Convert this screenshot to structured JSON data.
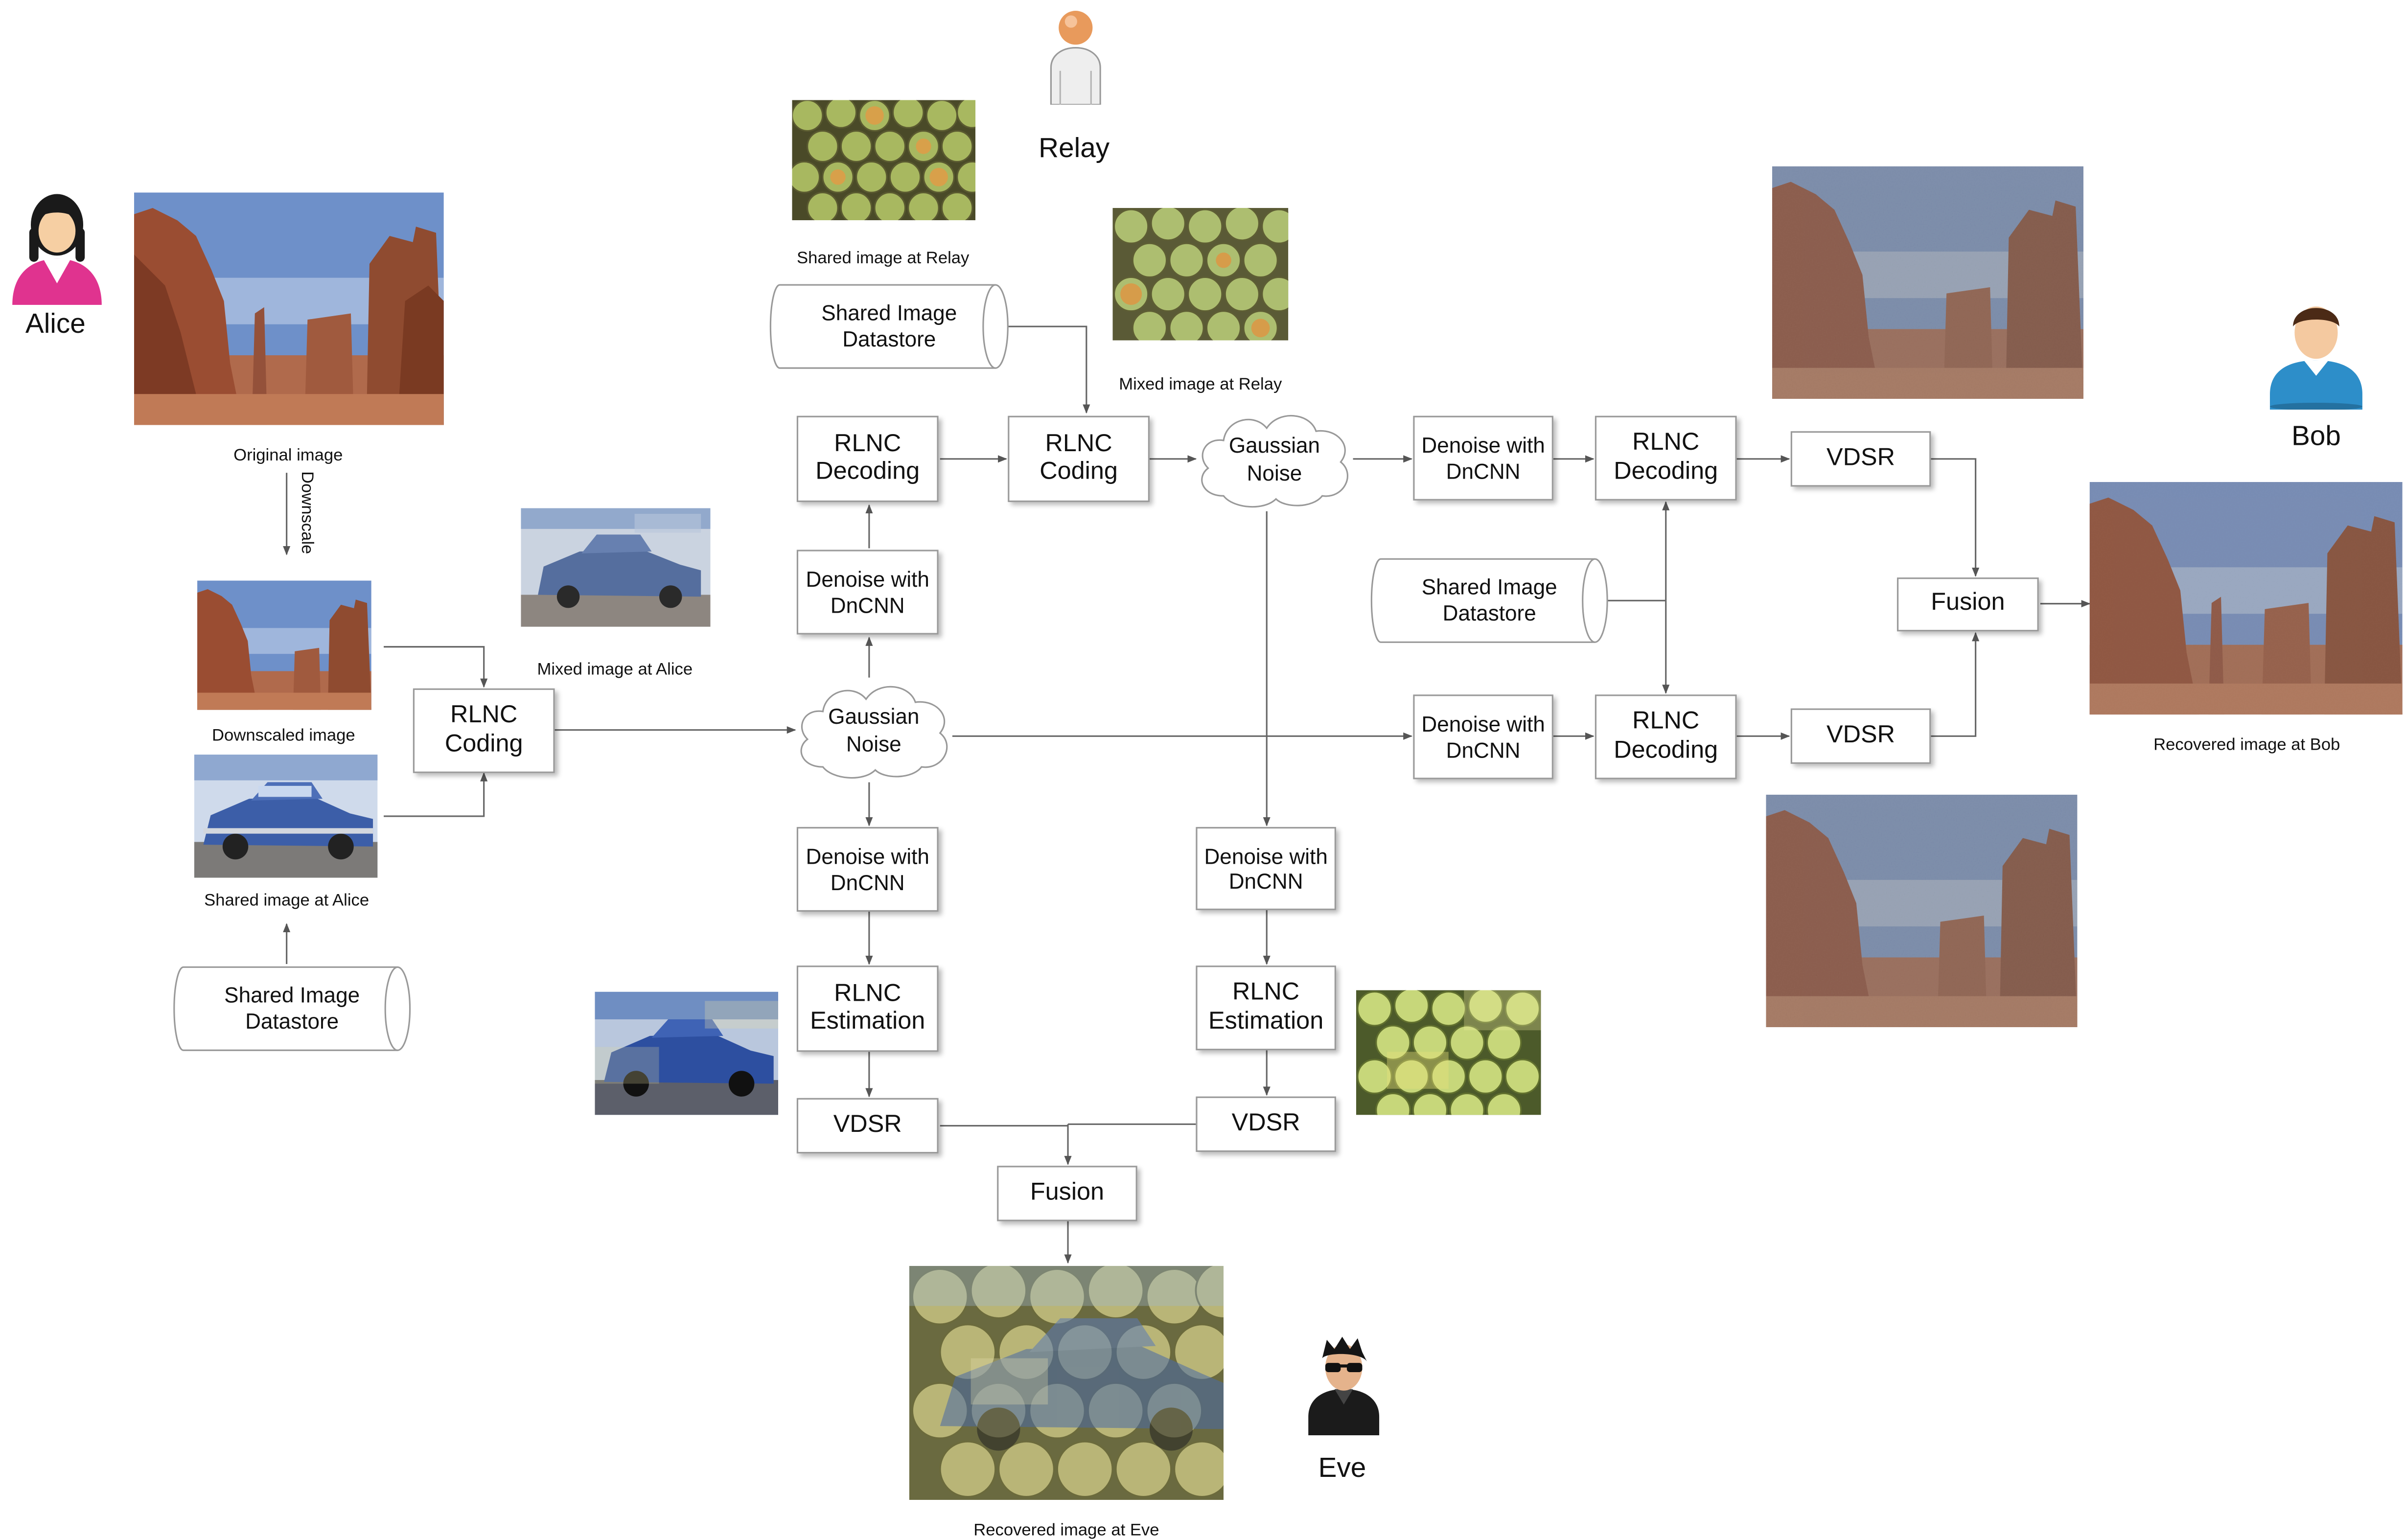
{
  "actors": {
    "alice": "Alice",
    "relay": "Relay",
    "bob": "Bob",
    "eve": "Eve"
  },
  "captions": {
    "original": "Original image",
    "downscale": "Downscale",
    "downscaled": "Downscaled image",
    "shared_alice": "Shared image at Alice",
    "mixed_alice": "Mixed image at Alice",
    "shared_relay": "Shared image at Relay",
    "mixed_relay": "Mixed image at Relay",
    "recovered_bob": "Recovered image at Bob",
    "recovered_eve": "Recovered image at Eve"
  },
  "nodes": {
    "rlnc_coding_alice": "RLNC\nCoding",
    "gaussian_noise_1": "Gaussian\nNoise",
    "denoise_relay_in": "Denoise with\nDnCNN",
    "rlnc_decoding_relay": "RLNC\nDecoding",
    "rlnc_coding_relay": "RLNC\nCoding",
    "gaussian_noise_2": "Gaussian\nNoise",
    "denoise_bob_top": "Denoise with\nDnCNN",
    "rlnc_decoding_bob_top": "RLNC\nDecoding",
    "vdsr_bob_top": "VDSR",
    "denoise_bob_bottom": "Denoise with\nDnCNN",
    "rlnc_decoding_bob_bottom": "RLNC\nDecoding",
    "vdsr_bob_bottom": "VDSR",
    "fusion_bob": "Fusion",
    "denoise_eve_left": "Denoise with\nDnCNN",
    "rlnc_estimation_left": "RLNC\nEstimation",
    "vdsr_eve_left": "VDSR",
    "denoise_eve_right": "Denoise with\nDnCNN",
    "rlnc_estimation_right": "RLNC\nEstimation",
    "vdsr_eve_right": "VDSR",
    "fusion_eve": "Fusion"
  },
  "datastores": {
    "alice": "Shared Image\nDatastore",
    "relay": "Shared Image\nDatastore",
    "bob": "Shared Image\nDatastore"
  },
  "colors": {
    "alice_accent": "#e0338f",
    "relay_accent": "#e89a5c",
    "bob_accent": "#2d8ec9",
    "eve_accent": "#222222",
    "box_border": "#9a9a9a",
    "wire": "#555555"
  },
  "icons": {
    "alice": "person-female-icon",
    "relay": "person-grey-icon",
    "bob": "person-male-icon",
    "eve": "person-sunglasses-icon"
  }
}
